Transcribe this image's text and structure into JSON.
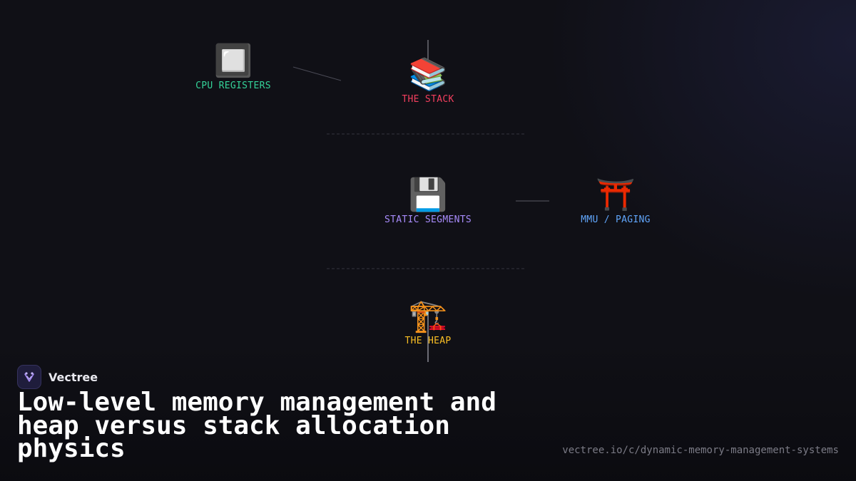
{
  "diagram": {
    "nodes": {
      "cpu": {
        "icon": "🔲",
        "icon_name": "cpu-chip-icon",
        "label": "CPU REGISTERS",
        "color": "#34d399"
      },
      "stack": {
        "icon": "📚",
        "icon_name": "books-stack-icon",
        "label": "THE STACK",
        "color": "#f43f5e"
      },
      "static": {
        "icon": "💾",
        "icon_name": "floppy-disk-icon",
        "label": "STATIC SEGMENTS",
        "color": "#a78bfa"
      },
      "mmu": {
        "icon": "⛩️",
        "icon_name": "torii-gate-icon",
        "label": "MMU / PAGING",
        "color": "#60a5fa"
      },
      "heap": {
        "icon": "🏗️",
        "icon_name": "construction-crane-icon",
        "label": "THE HEAP",
        "color": "#fbbf24"
      }
    }
  },
  "brand": {
    "name": "Vectree",
    "logo_icon": "vectree-logo-icon"
  },
  "title": "Low-level memory management and heap versus stack allocation physics",
  "url": "vectree.io/c/dynamic-memory-management-systems"
}
